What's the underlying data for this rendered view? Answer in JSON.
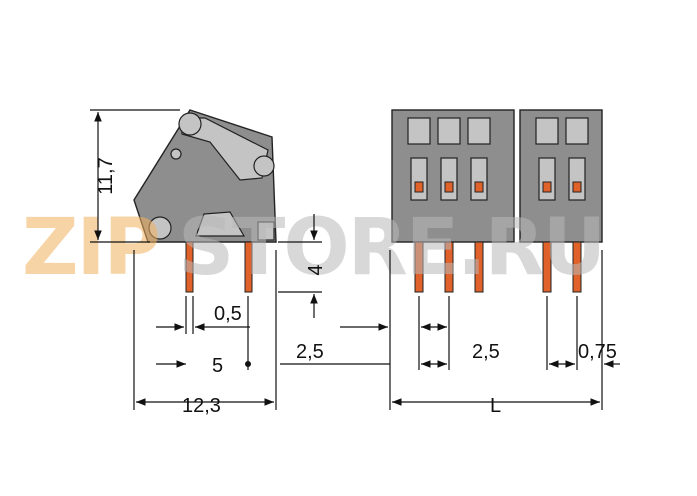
{
  "dimensions": {
    "height": "11,7",
    "pin_length": "4",
    "pin_width": "0,5",
    "pin_offset": "5",
    "pitch_left": "2,5",
    "pitch": "2,5",
    "edge": "0,75",
    "depth": "12,3",
    "length": "L"
  },
  "watermark": {
    "part1": "ZIP",
    "part2": "STORE.RU"
  },
  "colors": {
    "housing": "#8e8e8e",
    "pin": "#e0622a",
    "watermark_orange": "#f2b25f"
  }
}
